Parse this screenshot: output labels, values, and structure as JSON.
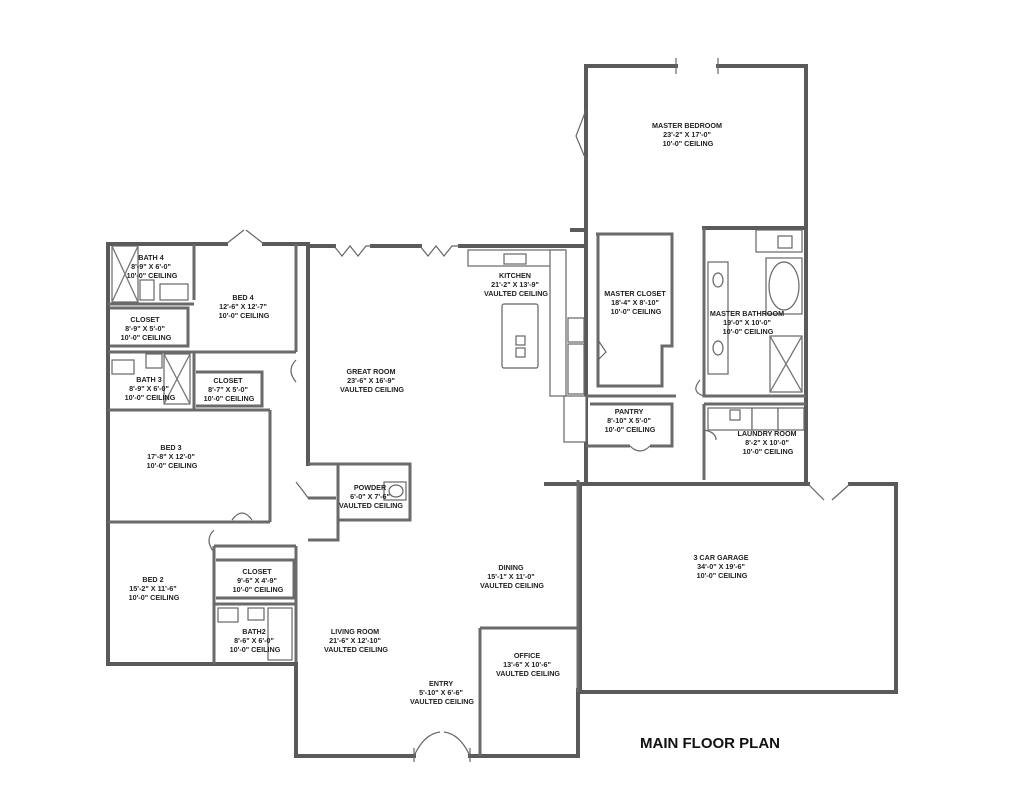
{
  "title": "MAIN FLOOR PLAN",
  "rooms": [
    {
      "id": "master-bedroom",
      "lines": [
        "MASTER BEDROOM",
        "23'-2\" X 17'-0\"",
        "10'-0\" CEILING"
      ]
    },
    {
      "id": "master-closet",
      "lines": [
        "MASTER CLOSET",
        "18'-4\" X 8'-10\"",
        "10'-0\" CEILING"
      ]
    },
    {
      "id": "master-bathroom",
      "lines": [
        "MASTER BATHROOM",
        "19'-0\" X 10'-0\"",
        "10'-0\" CEILING"
      ]
    },
    {
      "id": "kitchen",
      "lines": [
        "KITCHEN",
        "21'-2\" X 13'-9\"",
        "VAULTED CEILING"
      ]
    },
    {
      "id": "pantry",
      "lines": [
        "PANTRY",
        "8'-10\" X 5'-0\"",
        "10'-0\" CEILING"
      ]
    },
    {
      "id": "laundry-room",
      "lines": [
        "LAUNDRY ROOM",
        "8'-2\" X 10'-0\"",
        "10'-0\" CEILING"
      ]
    },
    {
      "id": "great-room",
      "lines": [
        "GREAT ROOM",
        "23'-6\" X 16'-9\"",
        "VAULTED CEILING"
      ]
    },
    {
      "id": "bath-4",
      "lines": [
        "BATH 4",
        "8'-9\" X 6'-0\"",
        "10'-0\" CEILING"
      ]
    },
    {
      "id": "bed-4",
      "lines": [
        "BED 4",
        "12'-6\" X 12'-7\"",
        "10'-0\" CEILING"
      ]
    },
    {
      "id": "closet-bed4",
      "lines": [
        "CLOSET",
        "8'-9\" X 5'-0\"",
        "10'-0\" CEILING"
      ]
    },
    {
      "id": "bath-3",
      "lines": [
        "BATH 3",
        "8'-9\" X 6'-0\"",
        "10'-0\" CEILING"
      ]
    },
    {
      "id": "closet-bath3",
      "lines": [
        "CLOSET",
        "8'-7\" X 5'-0\"",
        "10'-0\" CEILING"
      ]
    },
    {
      "id": "bed-3",
      "lines": [
        "BED 3",
        "17'-8\" X 12'-0\"",
        "10'-0\" CEILING"
      ]
    },
    {
      "id": "powder",
      "lines": [
        "POWDER",
        "6'-0\" X 7'-6\"",
        "VAULTED CEILING"
      ]
    },
    {
      "id": "bed-2",
      "lines": [
        "BED 2",
        "15'-2\" X 11'-6\"",
        "10'-0\" CEILING"
      ]
    },
    {
      "id": "closet-bed2",
      "lines": [
        "CLOSET",
        "9'-6\" X 4'-9\"",
        "10'-0\" CEILING"
      ]
    },
    {
      "id": "bath-2",
      "lines": [
        "BATH2",
        "8'-6\" X 6'-0\"",
        "10'-0\" CEILING"
      ]
    },
    {
      "id": "dining",
      "lines": [
        "DINING",
        "15'-1\" X 11'-0\"",
        "VAULTED CEILING"
      ]
    },
    {
      "id": "garage",
      "lines": [
        "3 CAR GARAGE",
        "34'-0\" X 19'-6\"",
        "10'-0\" CEILING"
      ]
    },
    {
      "id": "living-room",
      "lines": [
        "LIVING ROOM",
        "21'-6\" X 12'-10\"",
        "VAULTED CEILING"
      ]
    },
    {
      "id": "office",
      "lines": [
        "OFFICE",
        "13'-6\" X 10'-6\"",
        "VAULTED CEILING"
      ]
    },
    {
      "id": "entry",
      "lines": [
        "ENTRY",
        "5'-10\" X 6'-6\"",
        "VAULTED CEILING"
      ]
    }
  ]
}
